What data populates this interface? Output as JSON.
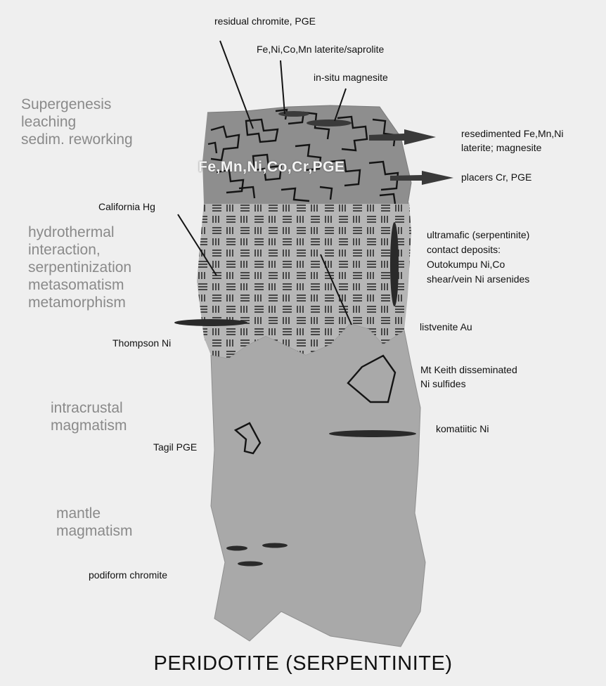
{
  "title": "PERIDOTITE (SERPENTINITE)",
  "zones": [
    "Supergenesis\nleaching\nsedim. reworking",
    "hydrothermal\ninteraction,\nserpentinization\nmetasomatism\nmetamorphism",
    "intracrustal\nmagmatism",
    "mantle\nmagmatism"
  ],
  "laterite_elements": "Fe,Mn,Ni,Co,Cr,PGE",
  "deposits": {
    "residual_chromite": "residual chromite, PGE",
    "laterite_saprolite": "Fe,Ni,Co,Mn laterite/saprolite",
    "magnesite": "in-situ magnesite",
    "resedimented": "resedimented Fe,Mn,Ni\nlaterite; magnesite",
    "placers": "placers Cr, PGE",
    "california_hg": "California Hg",
    "ultramafic_contact": "ultramafic (serpentinite)\ncontact deposits:\nOutokumpu Ni,Co\nshear/vein Ni arsenides",
    "listvenite": "listvenite Au",
    "thompson": "Thompson Ni",
    "mt_keith": "Mt Keith disseminated\nNi sulfides",
    "komatiitic": "komatiitic Ni",
    "tagil": "Tagil PGE",
    "podiform": "podiform chromite"
  },
  "colors": {
    "body_fill": "#a9a9a9",
    "laterite_fill": "#8e8e8e",
    "outline": "#141414",
    "zone_text": "#8a8a8a",
    "background": "#efefef"
  }
}
